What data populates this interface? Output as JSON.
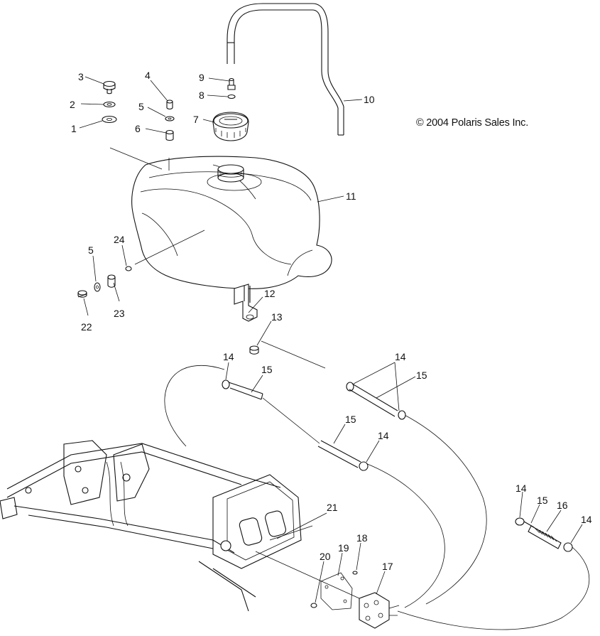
{
  "copyright": "© 2004 Polaris Sales Inc.",
  "callouts": [
    {
      "id": "c1",
      "text": "1"
    },
    {
      "id": "c2",
      "text": "2"
    },
    {
      "id": "c3",
      "text": "3"
    },
    {
      "id": "c4",
      "text": "4"
    },
    {
      "id": "c5a",
      "text": "5"
    },
    {
      "id": "c6",
      "text": "6"
    },
    {
      "id": "c7",
      "text": "7"
    },
    {
      "id": "c8",
      "text": "8"
    },
    {
      "id": "c9",
      "text": "9"
    },
    {
      "id": "c10",
      "text": "10"
    },
    {
      "id": "c11",
      "text": "11"
    },
    {
      "id": "c5b",
      "text": "5"
    },
    {
      "id": "c24",
      "text": "24"
    },
    {
      "id": "c22",
      "text": "22"
    },
    {
      "id": "c23",
      "text": "23"
    },
    {
      "id": "c12",
      "text": "12"
    },
    {
      "id": "c13",
      "text": "13"
    },
    {
      "id": "c14a",
      "text": "14"
    },
    {
      "id": "c15a",
      "text": "15"
    },
    {
      "id": "c14b",
      "text": "14"
    },
    {
      "id": "c15b",
      "text": "15"
    },
    {
      "id": "c15c",
      "text": "15"
    },
    {
      "id": "c14c",
      "text": "14"
    },
    {
      "id": "c14d",
      "text": "14"
    },
    {
      "id": "c15d",
      "text": "15"
    },
    {
      "id": "c16",
      "text": "16"
    },
    {
      "id": "c14e",
      "text": "14"
    },
    {
      "id": "c21",
      "text": "21"
    },
    {
      "id": "c20",
      "text": "20"
    },
    {
      "id": "c19",
      "text": "19"
    },
    {
      "id": "c18",
      "text": "18"
    },
    {
      "id": "c17",
      "text": "17"
    }
  ]
}
